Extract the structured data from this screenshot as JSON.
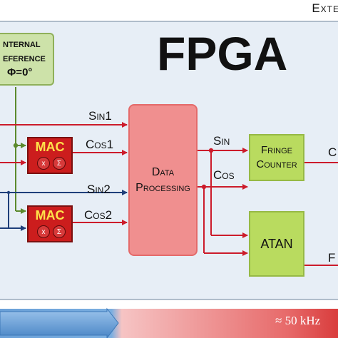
{
  "header": {
    "text": "Exte"
  },
  "fpga": {
    "title": "FPGA"
  },
  "reference": {
    "line1": "nternal",
    "line2": "eference",
    "line3": "Φ=0°"
  },
  "mac_blocks": [
    {
      "label": "MAC",
      "mul_symbol": "x",
      "sum_symbol": "Σ"
    },
    {
      "label": "MAC",
      "mul_symbol": "x",
      "sum_symbol": "Σ"
    }
  ],
  "signals": {
    "sin1": "Sin1",
    "cos1": "Cos1",
    "sin2": "Sin2",
    "cos2": "Cos2"
  },
  "data_processing": {
    "line1": "Data",
    "line2": "Processing"
  },
  "outputs": {
    "sin": "Sin",
    "cos": "Cos"
  },
  "fringe_counter": {
    "line1": "Fringe",
    "line2": "Counter"
  },
  "atan": {
    "label": "ATAN"
  },
  "right_labels": {
    "top": "C",
    "bottom": "F"
  },
  "footer": {
    "frequency": "≈ 50 kHz"
  },
  "colors": {
    "panel_bg": "#e7eef6",
    "panel_border": "#9aaabb",
    "signal_line": "#cc1b2b",
    "ref_line": "#5c8a2e",
    "input_line": "#1f3f7a",
    "mac_fill": "#cc1d1d",
    "processing_fill": "#f08f8f",
    "block_green": "#b9db5f",
    "reference_fill": "#cde2a9"
  }
}
